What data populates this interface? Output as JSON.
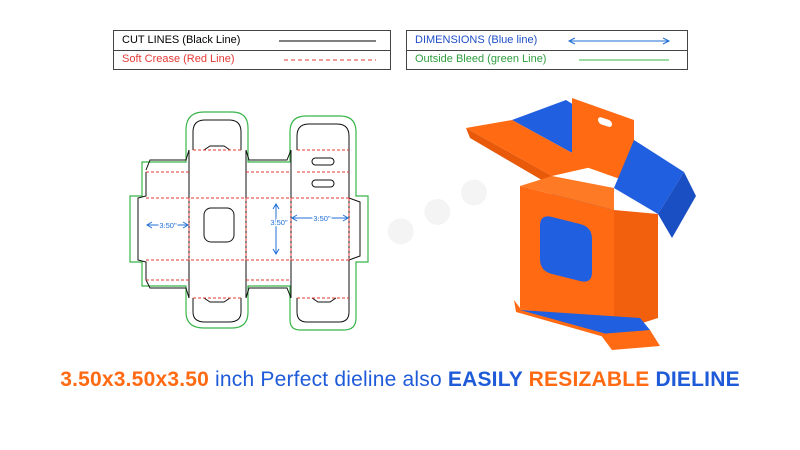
{
  "legend": {
    "cut_lines": "CUT LINES (Black Line)",
    "soft_crease": "Soft Crease (Red Line)",
    "dimensions": "DIMENSIONS (Blue line)",
    "outside_bleed": "Outside Bleed (green Line)"
  },
  "dielines": {
    "dim_left": "3.50\"",
    "dim_center": "3.50\"",
    "dim_right": "3.50\""
  },
  "caption": {
    "size": "3.50x3.50x3.50",
    "rest": " inch Perfect dieline also ",
    "easily": "EASILY",
    "resizable": "RESIZABLE",
    "dieline": "DIELINE"
  },
  "colors": {
    "cut": "#000000",
    "crease": "#e53935",
    "dimension": "#1f6fd6",
    "bleed": "#39b54a",
    "box_orange": "#ff6a13",
    "box_blue": "#1f5fe0"
  }
}
